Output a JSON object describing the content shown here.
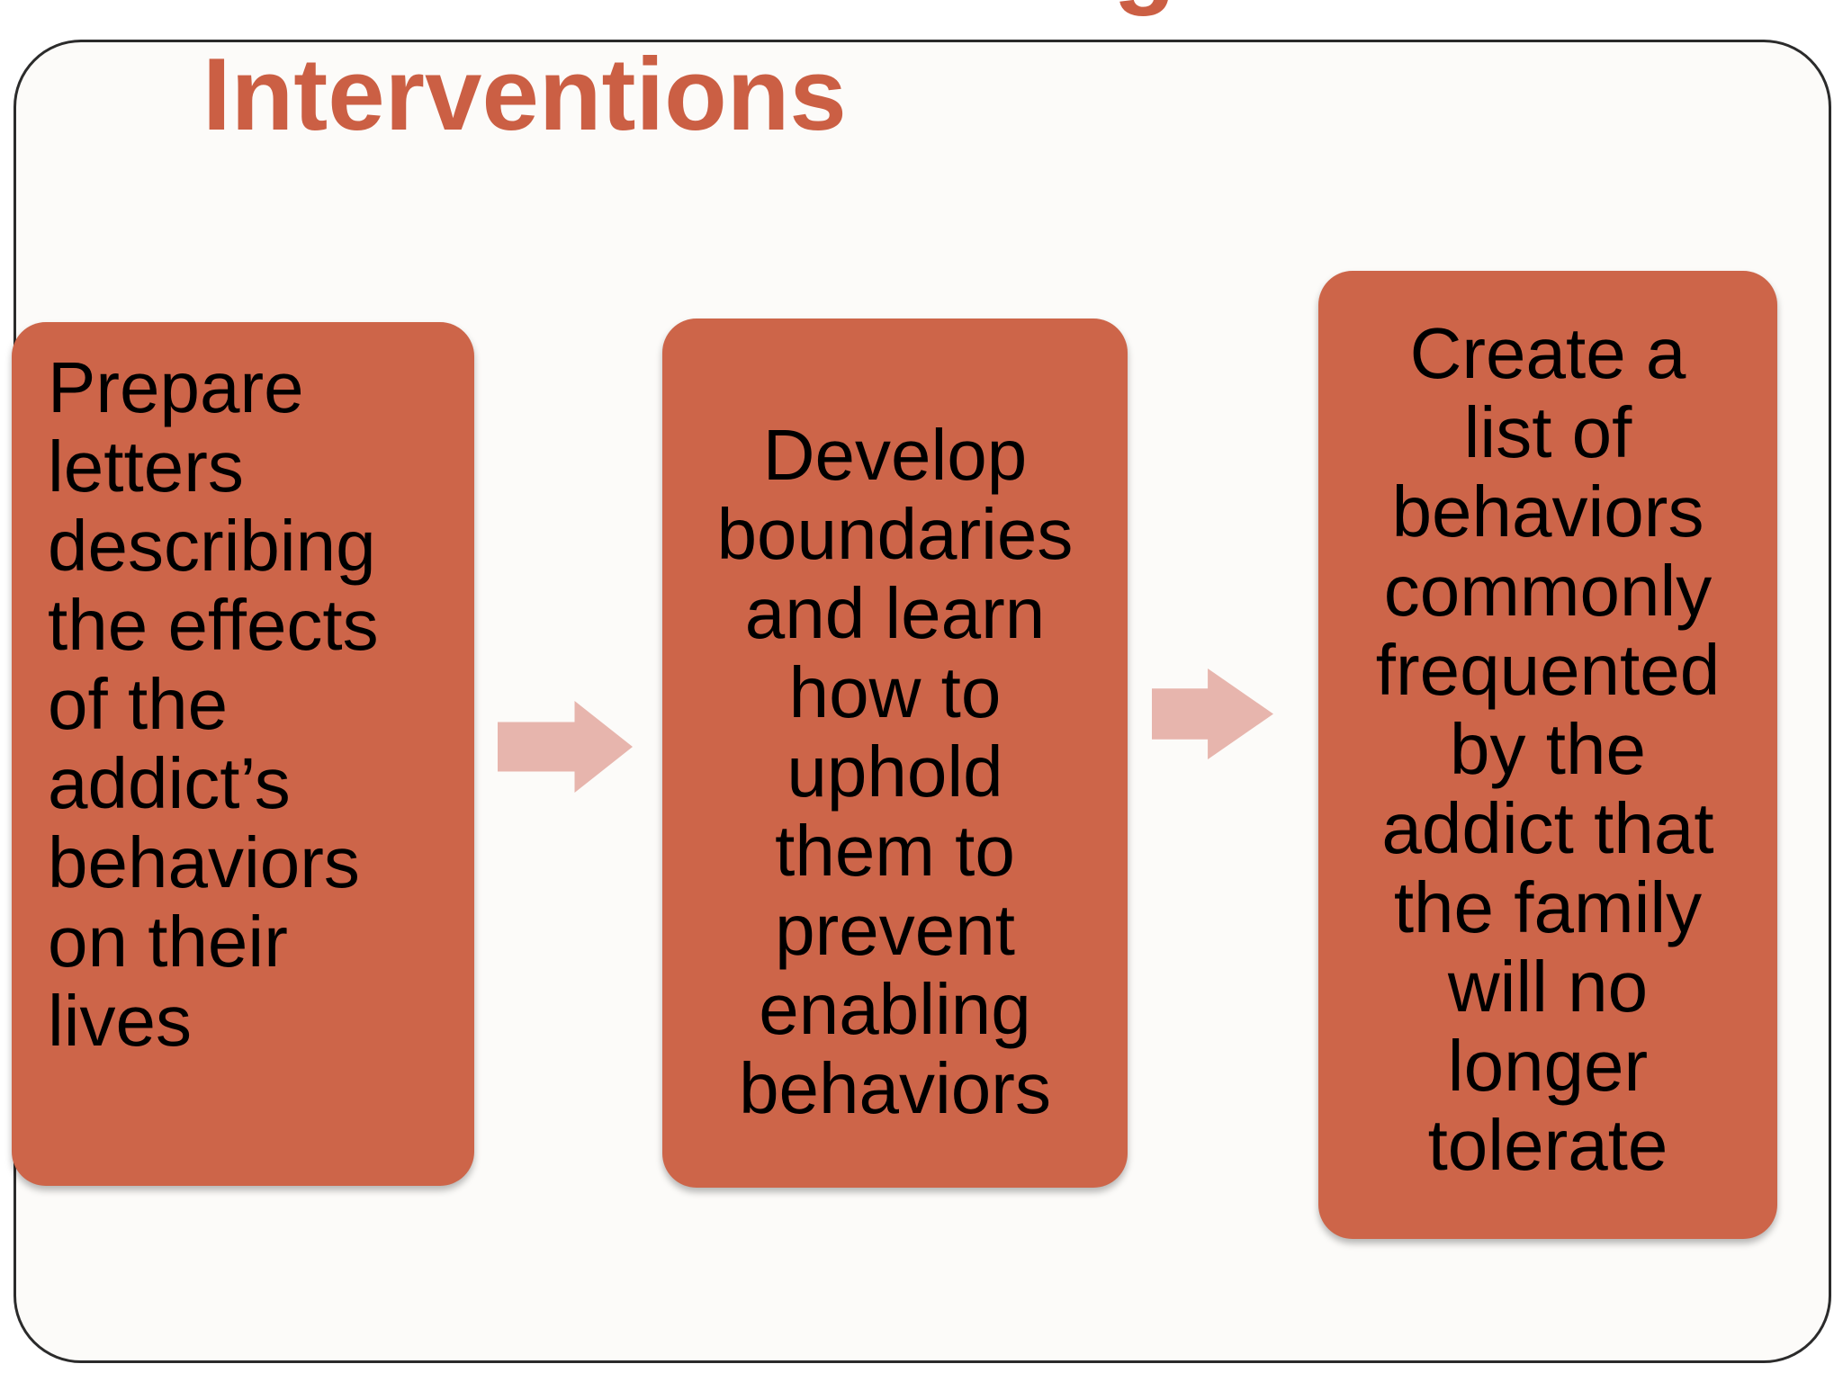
{
  "slide": {
    "title": "Interventions",
    "clipped_title_fragment": "g",
    "colors": {
      "box_fill": "#CD6549",
      "arrow_fill": "#E7B5AD",
      "title_color": "#CB5F44",
      "text_color": "#000000",
      "border_color": "#2B2B2B"
    },
    "process_steps": [
      {
        "text": "Prepare\nletters\ndescribing\nthe effects\nof the\naddict’s\nbehaviors\non their\nlives",
        "align": "left"
      },
      {
        "text": "Develop\nboundaries\nand learn\nhow to\nuphold\nthem to\nprevent\nenabling\nbehaviors",
        "align": "center"
      },
      {
        "text": "Create a\nlist of\nbehaviors\ncommonly\nfrequented\nby the\naddict that\nthe family\nwill no\nlonger\ntolerate",
        "align": "center"
      }
    ]
  }
}
